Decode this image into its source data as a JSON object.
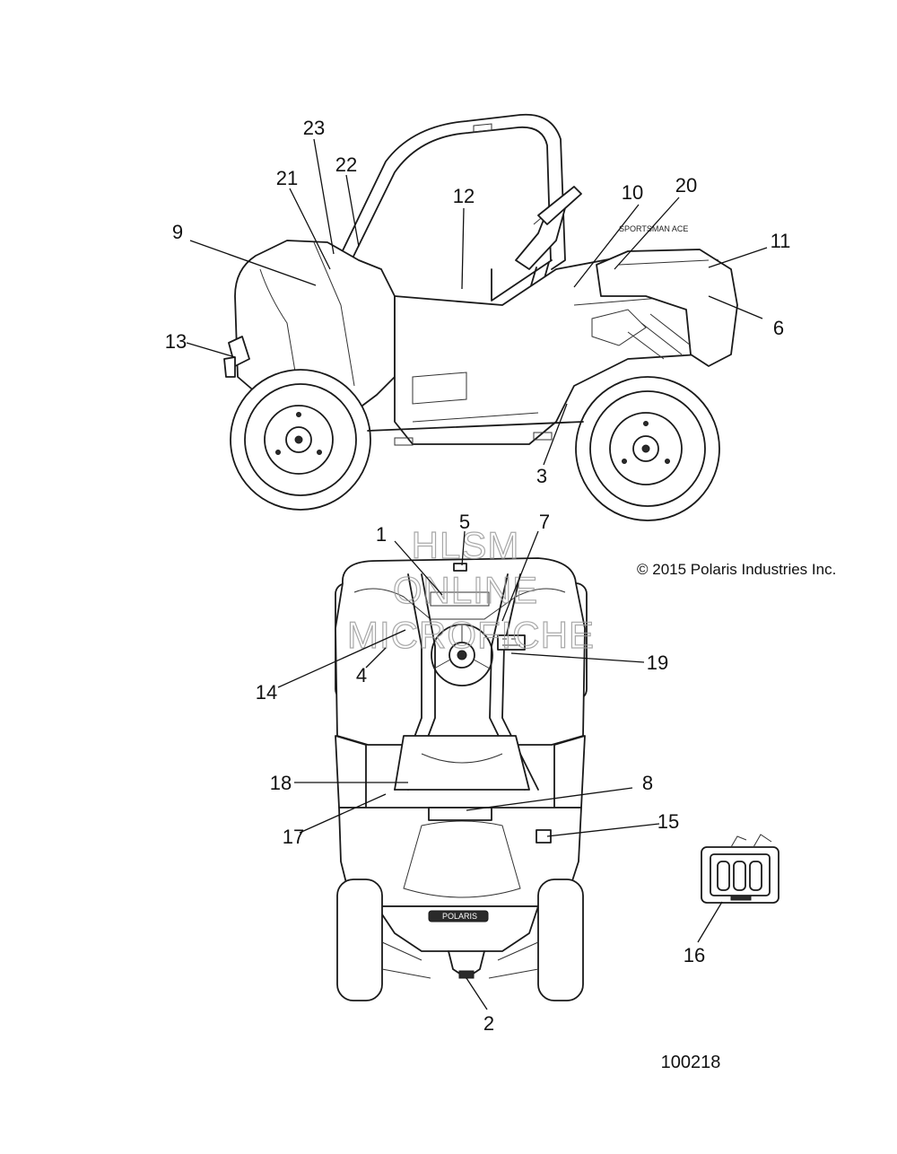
{
  "copyright": "© 2015 Polaris Industries Inc.",
  "figure_number": "100218",
  "watermark": [
    "HLSM",
    "ONLINE",
    "MICROFICHE"
  ],
  "brand_marks": {
    "side_decal": "SPORTSMAN ACE",
    "rear_logo": "POLARIS"
  },
  "callouts": [
    {
      "id": "1",
      "label": "1"
    },
    {
      "id": "2",
      "label": "2"
    },
    {
      "id": "3",
      "label": "3"
    },
    {
      "id": "4",
      "label": "4"
    },
    {
      "id": "5",
      "label": "5"
    },
    {
      "id": "6",
      "label": "6"
    },
    {
      "id": "7",
      "label": "7"
    },
    {
      "id": "8",
      "label": "8"
    },
    {
      "id": "9",
      "label": "9"
    },
    {
      "id": "10",
      "label": "10"
    },
    {
      "id": "11",
      "label": "11"
    },
    {
      "id": "12",
      "label": "12"
    },
    {
      "id": "13",
      "label": "13"
    },
    {
      "id": "14",
      "label": "14"
    },
    {
      "id": "15",
      "label": "15"
    },
    {
      "id": "16",
      "label": "16"
    },
    {
      "id": "17",
      "label": "17"
    },
    {
      "id": "18",
      "label": "18"
    },
    {
      "id": "19",
      "label": "19"
    },
    {
      "id": "20",
      "label": "20"
    },
    {
      "id": "21",
      "label": "21"
    },
    {
      "id": "22",
      "label": "22"
    },
    {
      "id": "23",
      "label": "23"
    }
  ]
}
